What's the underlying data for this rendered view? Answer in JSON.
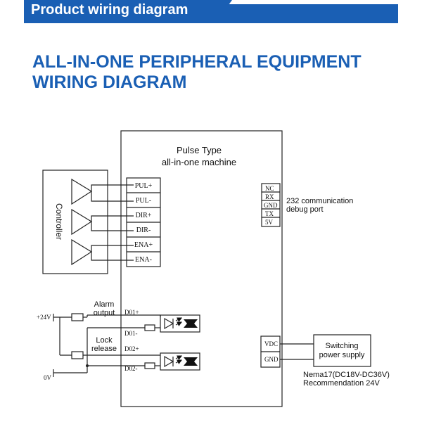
{
  "header": {
    "banner": "Product wiring diagram",
    "title_line1": "ALL-IN-ONE PERIPHERAL EQUIPMENT",
    "title_line2": "WIRING DIAGRAM"
  },
  "machine": {
    "title_line1": "Pulse Type",
    "title_line2": "all-in-one machine"
  },
  "controller": {
    "label": "Controller"
  },
  "pins_left": [
    "PUL+",
    "PUL-",
    "DIR+",
    "DIR-",
    "ENA+",
    "ENA-"
  ],
  "debug_port": {
    "pins": [
      "NC",
      "RX",
      "GND",
      "TX",
      "5V"
    ],
    "label_line1": "232 communication",
    "label_line2": "debug port"
  },
  "outputs": {
    "alarm_line1": "Alarm",
    "alarm_line2": "output",
    "lock_line1": "Lock",
    "lock_line2": "release",
    "pins": [
      "D01+",
      "D01-",
      "D02+",
      "D02-"
    ],
    "v24": "+24V",
    "v0": "0V"
  },
  "power": {
    "pins": [
      "VDC",
      "GND"
    ],
    "supply_line1": "Switching",
    "supply_line2": "power supply",
    "note_line1": "Nema17(DC18V-DC36V)",
    "note_line2": "Recommendation 24V"
  },
  "colors": {
    "brand": "#1a5fb4",
    "line": "#222222"
  }
}
